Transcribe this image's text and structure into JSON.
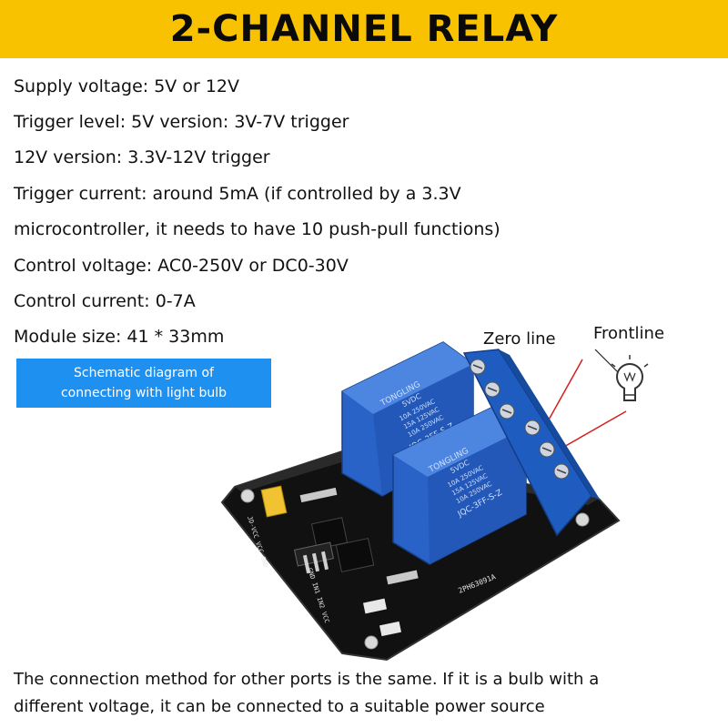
{
  "banner": {
    "title": "2-CHANNEL RELAY",
    "bg_color": "#f8c200"
  },
  "specs": [
    "Supply voltage: 5V or 12V",
    "Trigger level: 5V version: 3V-7V trigger",
    "12V version: 3.3V-12V trigger",
    "Trigger current: around 5mA (if controlled by a 3.3V",
    "microcontroller, it needs to have 10 push-pull functions)",
    "Control voltage: AC0-250V or DC0-30V",
    "Control current: 0-7A",
    "Module size: 41 * 33mm"
  ],
  "schematic_box": {
    "line1": "Schematic diagram of",
    "line2": "connecting with light bulb",
    "bg_color": "#1e90f0"
  },
  "wiring_labels": {
    "zero_line": "Zero line",
    "frontline": "Frontline"
  },
  "relay1": {
    "brand": "TONGLING",
    "voltage": "5VDC",
    "rating1": "10A 250VAC",
    "rating2": "15A 125VAC",
    "rating3": "10A 250VAC",
    "model": "JQC-3FF-S-Z"
  },
  "relay2": {
    "brand": "TONGLING",
    "voltage": "5VDC",
    "rating1": "10A 250VAC",
    "rating2": "15A 125VAC",
    "rating3": "10A 250VAC",
    "model": "JQC-3FF-S-Z"
  },
  "board": {
    "code": "2PH63091A",
    "pins_left": "JD-VCC VCC GND",
    "pins_bottom": "GND IN1 IN2 VCC",
    "pcb_color": "#1a1a1a",
    "relay_color": "#2a63c8",
    "terminal_color": "#1f5cc0"
  },
  "footer": {
    "line1": "The connection method for other ports is the same. If it is a bulb with a",
    "line2": "different voltage, it can be connected to a suitable power source"
  }
}
